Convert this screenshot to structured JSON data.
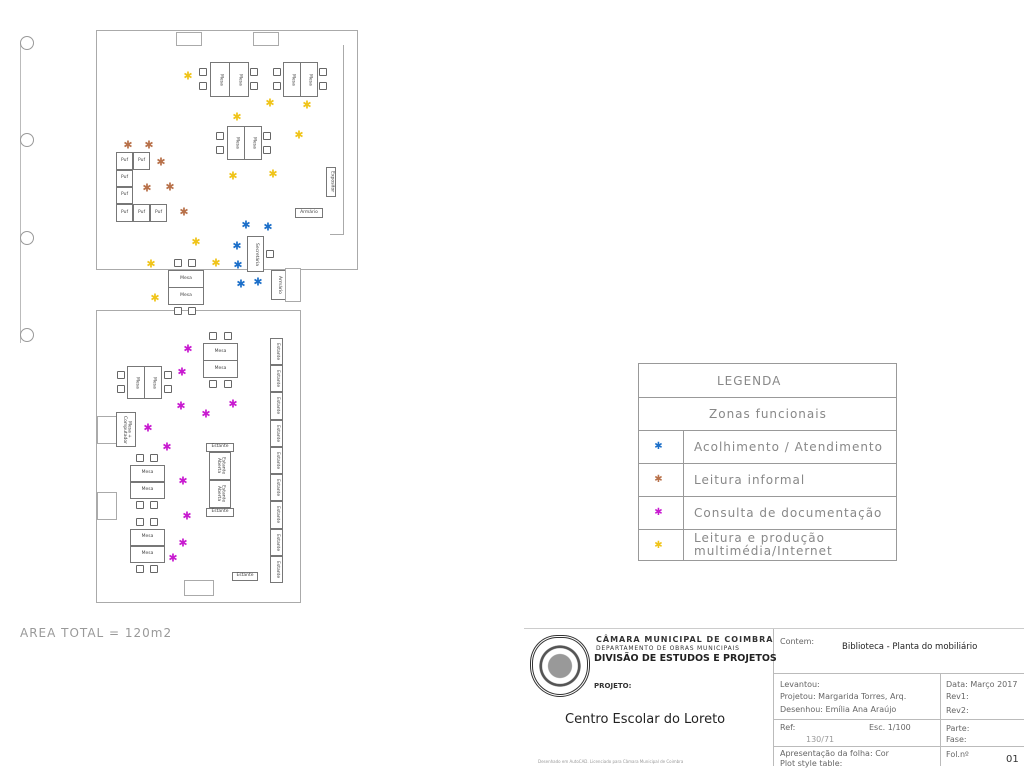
{
  "plan": {
    "mesa": "Mesa",
    "puf": "Puf",
    "estante": "Estante",
    "estante_aberta": "Estante Aberta",
    "armario": "Armário",
    "secretaria": "Secretária",
    "expositor": "Expositor",
    "mesa_computador": "Mesa + Computador",
    "area_total": "AREA TOTAL = 120m2"
  },
  "legend": {
    "title": "LEGENDA",
    "subtitle": "Zonas funcionais",
    "items": [
      {
        "label": "Acolhimento / Atendimento",
        "color": "#1c6fc9"
      },
      {
        "label": "Leitura informal",
        "color": "#b8714a"
      },
      {
        "label": "Consulta de documentação",
        "color": "#c81ad0"
      },
      {
        "label": "Leitura e produção",
        "label2": "multimédia/Internet",
        "color": "#f0c419"
      }
    ]
  },
  "titleblock": {
    "org1": "CÂMARA MUNICIPAL DE COIMBRA",
    "org2": "DEPARTAMENTO DE OBRAS MUNICIPAIS",
    "org3": "DIVISÃO DE ESTUDOS E PROJETOS",
    "projeto_label": "PROJETO:",
    "projeto": "Centro Escolar do Loreto",
    "contem_label": "Contem:",
    "contem": "Biblioteca - Planta do mobiliário",
    "levantou": "Levantou:",
    "projetou": "Projetou: Margarida Torres, Arq.",
    "desenhou": "Desenhou: Emília Ana Araújo",
    "data": "Data: Março 2017",
    "rev1": "Rev1:",
    "rev2": "Rev2:",
    "ref_label": "Ref:",
    "ref": "130/71",
    "esc": "Esc. 1/100",
    "parte": "Parte:",
    "fase": "Fase:",
    "apresentacao": "Apresentação da folha: Cor",
    "plot": "Plot style table:",
    "fol_label": "Fol.nº",
    "fol": "01",
    "footnote": "Desenhado em AutoCAD. Licenciado para Câmara Municipal de Coimbra"
  }
}
